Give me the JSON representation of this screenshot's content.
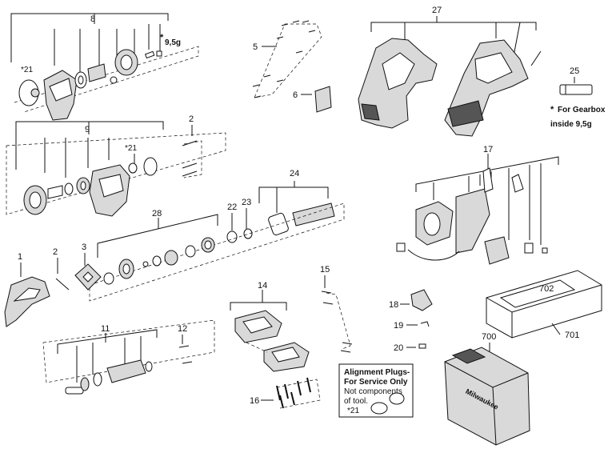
{
  "callouts": {
    "c1": "1",
    "c2a": "2",
    "c2b": "2",
    "c3": "3",
    "c5": "5",
    "c6": "6",
    "c8": "8",
    "c9": "9",
    "c11": "11",
    "c12": "12",
    "c14": "14",
    "c15": "15",
    "c16": "16",
    "c17": "17",
    "c18": "18",
    "c19": "19",
    "c20": "20",
    "c22": "22",
    "c23": "23",
    "c24": "24",
    "c25": "25",
    "c27": "27",
    "c28": "28",
    "c700": "700",
    "c701": "701",
    "c702": "702"
  },
  "notes": {
    "star21_a": "*21",
    "star21_b": "*21",
    "star21_c": "*21",
    "asterisk": "*",
    "weight_top": "9,5g",
    "gearbox_line1": "For Gearbox",
    "gearbox_line2": "inside 9,5g"
  },
  "alignment_box": {
    "line1": "Alignment Plugs-",
    "line2": "For Service Only",
    "line3": "Not components",
    "line4": "of tool."
  },
  "case_brand": "Milwaukee"
}
